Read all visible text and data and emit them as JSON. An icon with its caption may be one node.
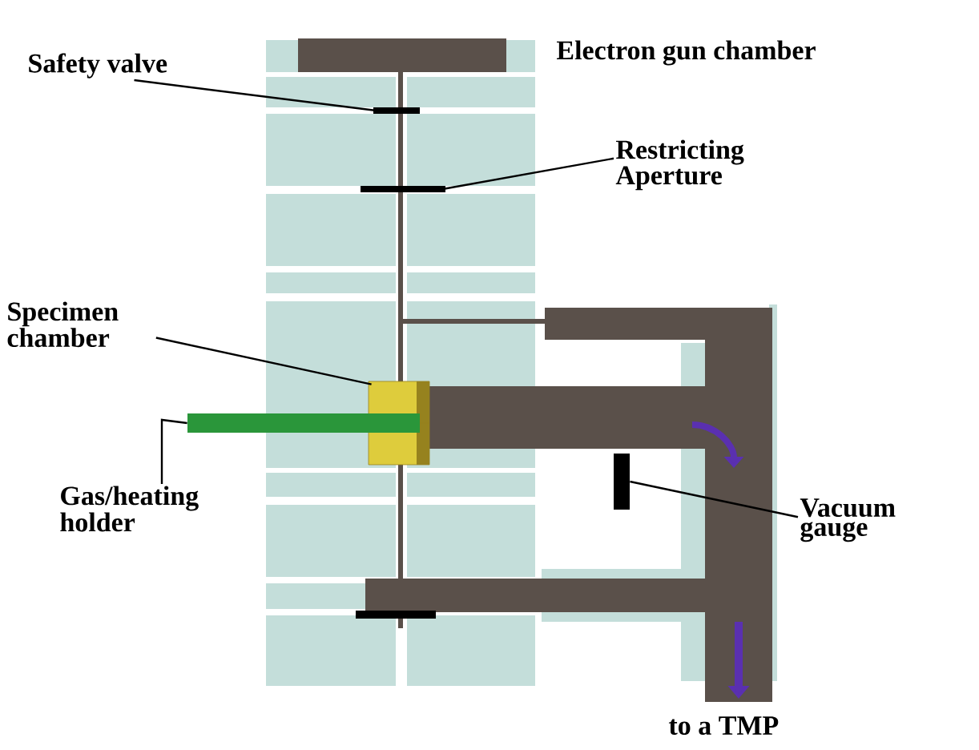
{
  "diagram": {
    "nodes": [
      {
        "text": [
          "Safety valve"
        ]
      },
      {
        "text": [],
        "shape": "bar"
      },
      {
        "text": [
          "Restricting Aperture"
        ]
      },
      {
        "text": [],
        "shape": "bar"
      },
      {
        "text": [
          "Specimen chamber"
        ]
      },
      {
        "text": [],
        "shape": "cylinder"
      },
      {
        "text": [
          "Gas/heating holder"
        ]
      },
      {
        "text": [],
        "shape": "bar"
      },
      {
        "text": [
          "Vacuum gauge"
        ]
      },
      {
        "text": [],
        "shape": "bar"
      }
    ],
    "edges": [
      {
        "from": 0,
        "to": 1,
        "arrow": "none"
      },
      {
        "from": 2,
        "to": 3,
        "arrow": "none"
      },
      {
        "from": 4,
        "to": 5,
        "arrow": "none"
      },
      {
        "from": 6,
        "to": 7,
        "arrow": "none"
      },
      {
        "from": 8,
        "to": 9,
        "arrow": "none"
      }
    ],
    "labels": [
      "Electron gun chamber",
      "to a TMP"
    ]
  }
}
